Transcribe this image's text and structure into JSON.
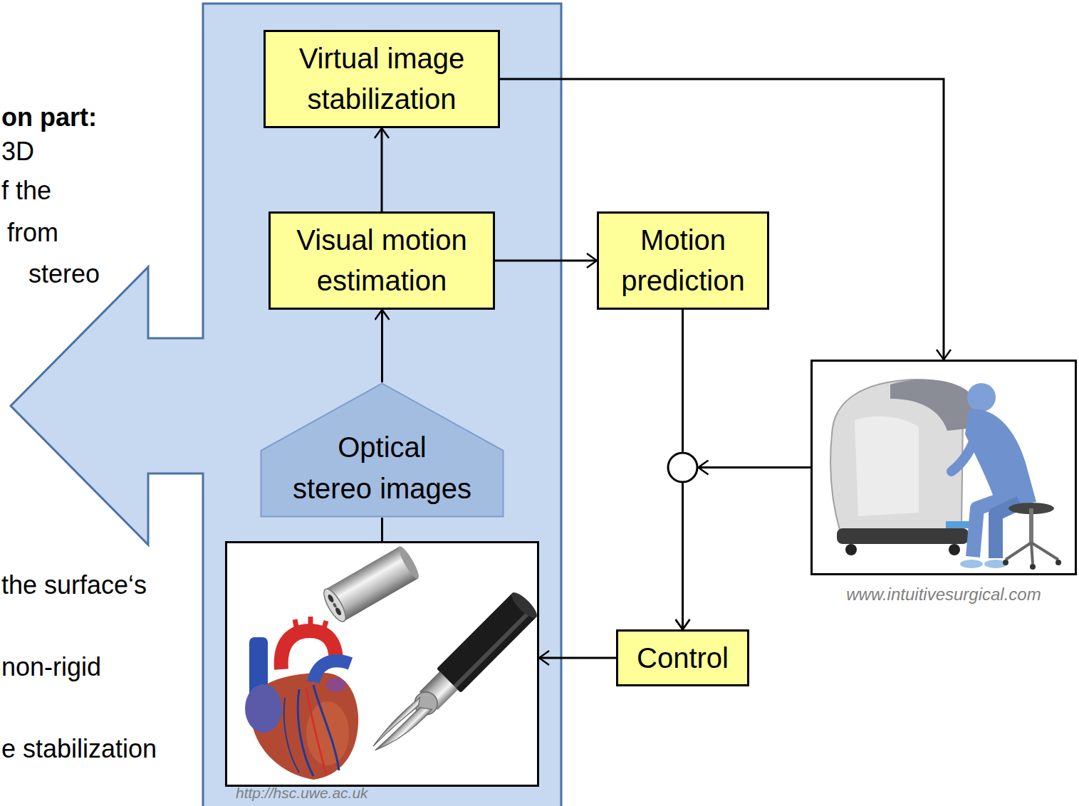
{
  "diagram": {
    "nodes": [
      {
        "text": [
          "Virtual image stabilization"
        ]
      },
      {
        "text": [
          "Visual motion estimation"
        ]
      },
      {
        "text": [
          "Motion prediction"
        ]
      },
      {
        "text": [
          "Optical stereo images"
        ]
      },
      {
        "text": [
          "www.intuitivesurgical.com"
        ]
      },
      {
        "text": [
          "http://hsc.uwe.ac.uk"
        ]
      },
      {
        "text": [
          "Control"
        ]
      }
    ],
    "edges": [
      {
        "from": 1,
        "to": 0,
        "arrow": "to"
      },
      {
        "from": 3,
        "to": 1,
        "arrow": "to"
      },
      {
        "from": 1,
        "to": 2,
        "arrow": "to"
      },
      {
        "from": 0,
        "to": 4,
        "arrow": "to"
      },
      {
        "from": 2,
        "to": 6,
        "arrow": "to"
      },
      {
        "from": 4,
        "to": 6,
        "arrow": "to"
      },
      {
        "from": 6,
        "to": 5,
        "arrow": "to"
      },
      {
        "from": 5,
        "to": 3,
        "arrow": "none"
      }
    ],
    "labels": [
      "on part:",
      "3D",
      "f the",
      "from",
      "stereo",
      "the surface‘s",
      "non-rigid",
      "e stabilization"
    ]
  }
}
